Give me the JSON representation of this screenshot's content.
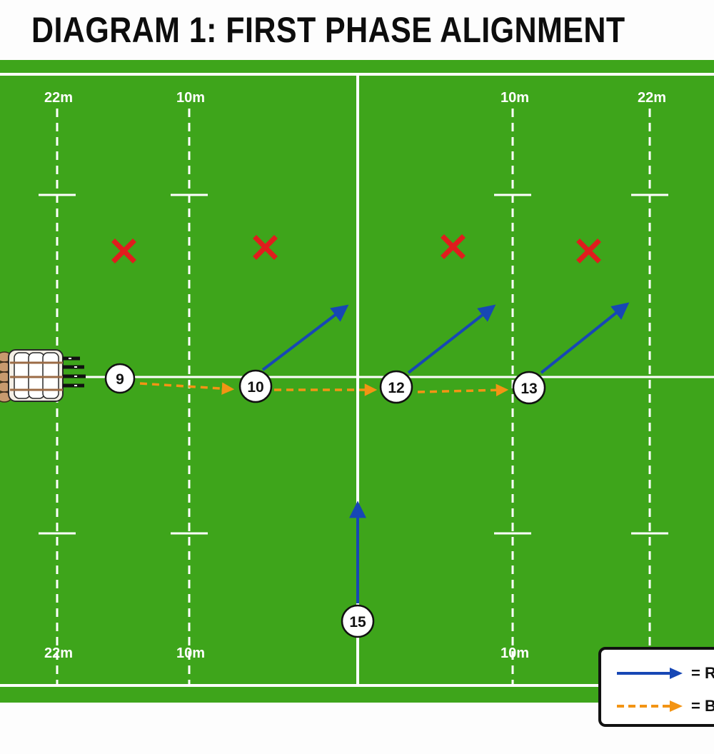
{
  "title": "DIAGRAM 1: FIRST PHASE ALIGNMENT",
  "pitch": {
    "top_labels": [
      "22m",
      "10m",
      "10m",
      "22m"
    ],
    "bottom_labels": [
      "22m",
      "10m",
      "10m"
    ]
  },
  "players": [
    {
      "number": "9"
    },
    {
      "number": "10"
    },
    {
      "number": "12"
    },
    {
      "number": "13"
    },
    {
      "number": "15"
    }
  ],
  "defenders": [
    "x",
    "x",
    "x",
    "x"
  ],
  "legend": {
    "items": [
      {
        "label": "= R",
        "style": "solid",
        "color": "#1747b5"
      },
      {
        "label": "= B",
        "style": "dashed",
        "color": "#f39414"
      }
    ]
  },
  "colors": {
    "grass": "#3ea51b",
    "run_arrow": "#1747b5",
    "pass_arrow": "#f39414",
    "defender": "#e01d1d"
  }
}
